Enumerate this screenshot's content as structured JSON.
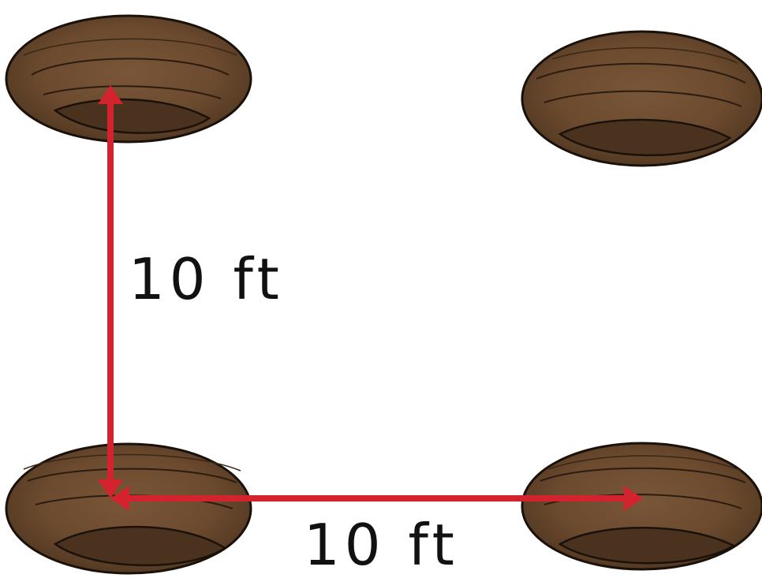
{
  "labels": {
    "vertical_distance": "10 ft",
    "horizontal_distance": "10 ft"
  },
  "holes": [
    {
      "id": "top-left"
    },
    {
      "id": "top-right"
    },
    {
      "id": "bottom-left"
    },
    {
      "id": "bottom-right"
    }
  ],
  "colors": {
    "background": "#ffffff",
    "hole_fill": "#6b4a2e",
    "hole_shadow": "#4a321e",
    "hole_outline": "#1a120a",
    "arrow": "#d3232f",
    "text": "#111111"
  }
}
